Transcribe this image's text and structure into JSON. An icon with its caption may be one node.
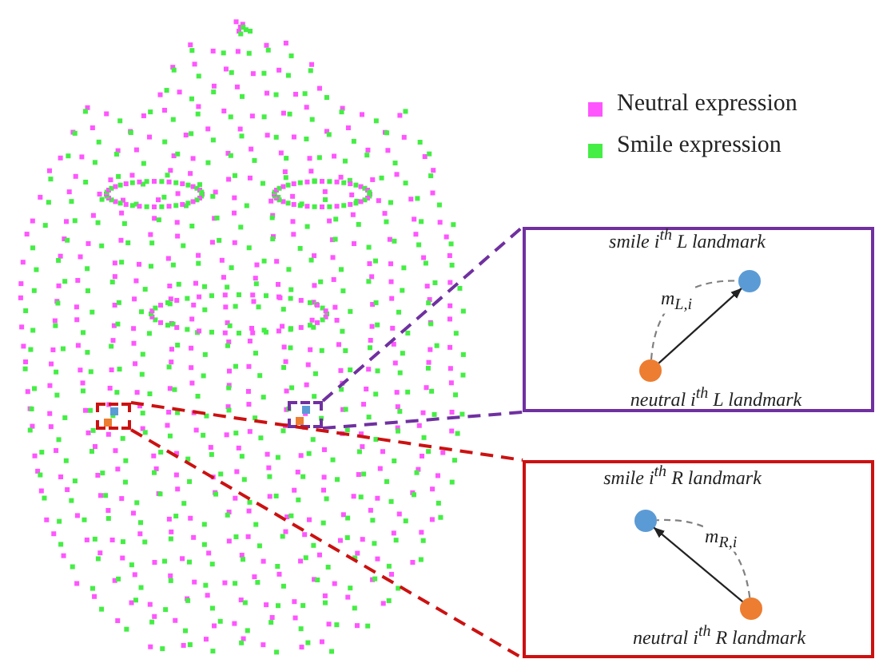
{
  "diagram": {
    "nodes": [
      {
        "text": [],
        "shape": "box"
      },
      {
        "text": [],
        "shape": "circle",
        "in": 0,
        "beside": [
          "smile i$^{th}$ L landmark"
        ]
      },
      {
        "text": [],
        "shape": "circle",
        "in": 0,
        "beside": [
          "neutral i$^{th}$ L landmark"
        ]
      },
      {
        "text": [],
        "shape": "box"
      },
      {
        "text": [],
        "shape": "circle",
        "in": 3,
        "beside": [
          "smile i$^{th}$ R landmark"
        ]
      },
      {
        "text": [],
        "shape": "circle",
        "in": 3,
        "beside": [
          "neutral i$^{th}$ R landmark"
        ]
      },
      {
        "text": [],
        "shape": "box"
      },
      {
        "text": [],
        "shape": "box"
      }
    ],
    "edges": [
      {
        "from": 2,
        "to": 1,
        "arrow": "to"
      },
      {
        "from": 2,
        "to": 1,
        "arrow": "none",
        "style": "dashed",
        "color": "#808080",
        "label": "m$_{L,i}$"
      },
      {
        "from": 5,
        "to": 4,
        "arrow": "to"
      },
      {
        "from": 5,
        "to": 4,
        "arrow": "none",
        "style": "dashed",
        "color": "#808080",
        "label": "m$_{R,i}$"
      },
      {
        "from": 7,
        "to": 0,
        "arrow": "none",
        "style": "dashed",
        "color": "#7030a0"
      },
      {
        "from": 7,
        "to": 0,
        "arrow": "none",
        "style": "dashed",
        "color": "#7030a0"
      },
      {
        "from": 6,
        "to": 3,
        "arrow": "none",
        "style": "dashed",
        "color": "#cc1111"
      },
      {
        "from": 6,
        "to": 3,
        "arrow": "none",
        "style": "dashed",
        "color": "#cc1111"
      }
    ],
    "legend": [
      {
        "text": "Neutral expression",
        "color": "#ff55ff"
      },
      {
        "text": "Smile expression",
        "color": "#44ee44"
      }
    ]
  }
}
